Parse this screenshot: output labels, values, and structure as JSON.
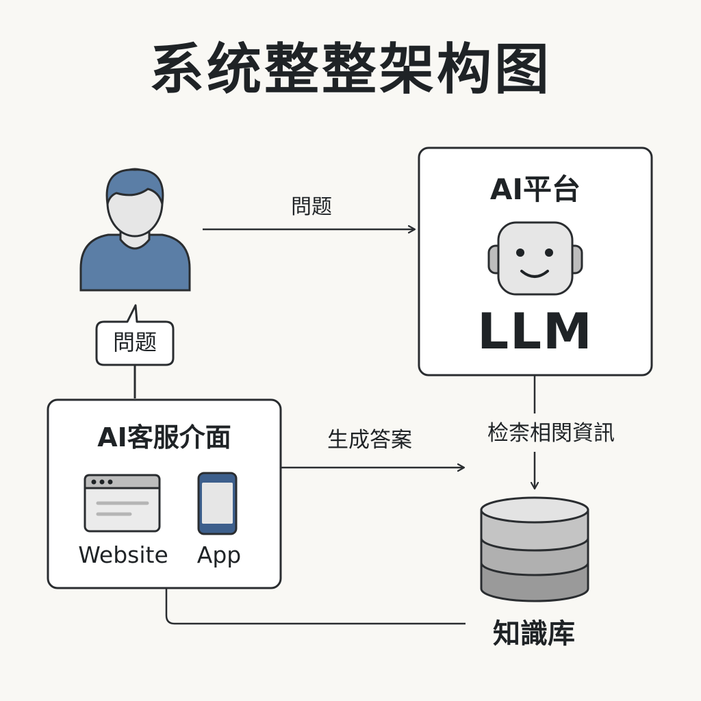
{
  "title": "系统整整架构图",
  "user": {
    "icon": "user-icon"
  },
  "edges": {
    "question_top": "問题",
    "question_bubble": "問题",
    "generate_answer": "生成答案",
    "retrieve_info": "检柰相閔資訊"
  },
  "platform": {
    "title": "AI平台",
    "icon": "robot-icon",
    "model": "LLM"
  },
  "interface": {
    "title": "AI客服介面",
    "website": {
      "icon": "browser-window-icon",
      "label": "Website"
    },
    "app": {
      "icon": "mobile-phone-icon",
      "label": "App"
    }
  },
  "knowledge_base": {
    "icon": "database-icon",
    "label": "知識库"
  },
  "colors": {
    "background": "#f9f8f4",
    "stroke": "#2a2d30",
    "user_blue": "#5b7ea6",
    "phone_blue": "#3d5f8c",
    "gray_light": "#e3e3e3",
    "gray_mid": "#bdbdbd",
    "gray_dark": "#9a9a9a"
  }
}
